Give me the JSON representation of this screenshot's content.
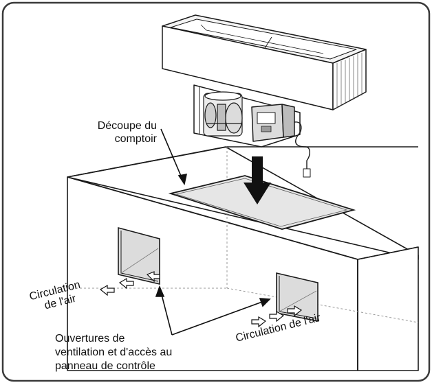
{
  "labels": {
    "cutout_line1": "Découpe du",
    "cutout_line2": "comptoir",
    "air_left_line1": "Circulation",
    "air_left_line2": "de l'air",
    "air_right": "Circulation de l'air",
    "vent_line1": "Ouvertures de",
    "vent_line2": "ventilation et d'accès au",
    "vent_line3": "panneau de contrôle"
  },
  "colors": {
    "frame": "#3a3a3a",
    "line": "#1a1a1a",
    "cutout_fill": "#e6e6e6",
    "opening_fill": "#dcdcdc",
    "unit_fill": "#f4f4f4",
    "arrow": "#111111"
  }
}
